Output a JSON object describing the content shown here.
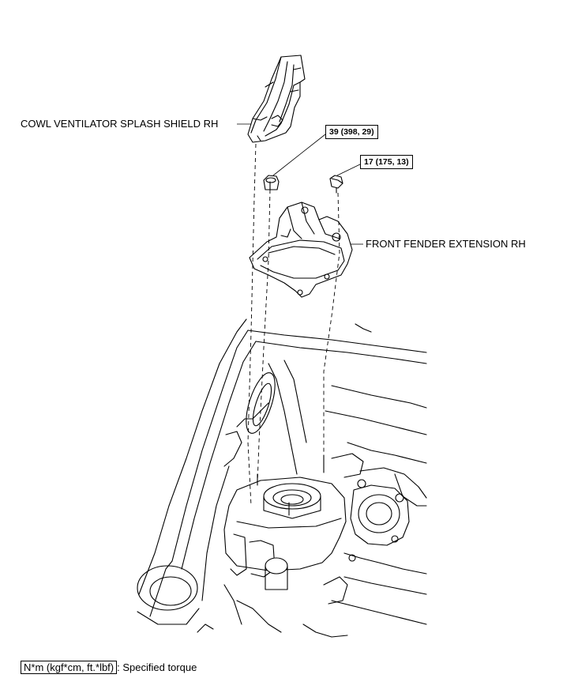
{
  "labels": {
    "cowl_shield": "COWL VENTILATOR SPLASH SHIELD RH",
    "fender_extension": "FRONT FENDER EXTENSION RH"
  },
  "torque": {
    "nut": "39 (398, 29)",
    "bolt": "17 (175, 13)"
  },
  "legend": {
    "unit": "N*m (kgf*cm, ft.*lbf)",
    "text": ": Specified torque"
  }
}
